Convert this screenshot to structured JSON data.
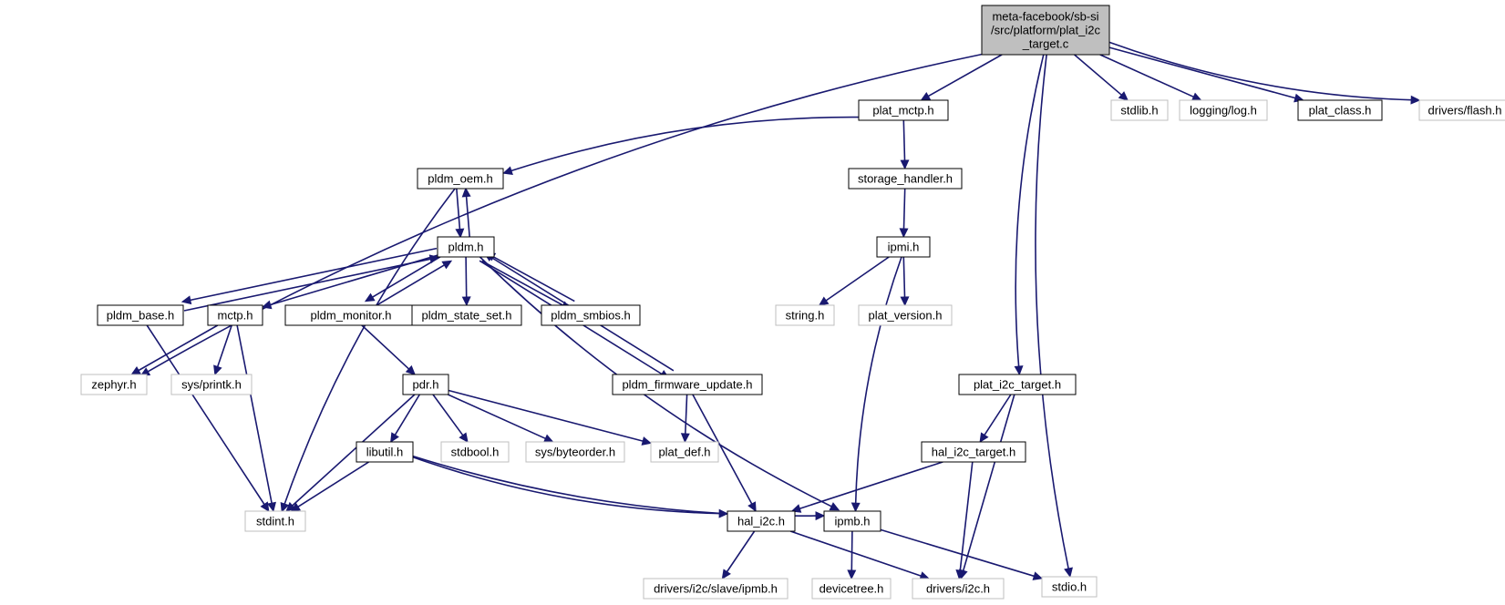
{
  "graph": {
    "nodes": [
      {
        "id": "root",
        "lines": [
          "meta-facebook/sb-si",
          "/src/platform/plat_i2c",
          "_target.c"
        ],
        "style": "root"
      },
      {
        "id": "zephyr",
        "lines": [
          "zephyr.h"
        ],
        "style": "external"
      },
      {
        "id": "plat_mctp",
        "lines": [
          "plat_mctp.h"
        ],
        "style": "local"
      },
      {
        "id": "plat_i2c_target",
        "lines": [
          "plat_i2c_target.h"
        ],
        "style": "local"
      },
      {
        "id": "stdio",
        "lines": [
          "stdio.h"
        ],
        "style": "external"
      },
      {
        "id": "stdlib",
        "lines": [
          "stdlib.h"
        ],
        "style": "external"
      },
      {
        "id": "logging",
        "lines": [
          "logging/log.h"
        ],
        "style": "external"
      },
      {
        "id": "plat_class",
        "lines": [
          "plat_class.h"
        ],
        "style": "local"
      },
      {
        "id": "flash",
        "lines": [
          "drivers/flash.h"
        ],
        "style": "external"
      },
      {
        "id": "pldm_oem",
        "lines": [
          "pldm_oem.h"
        ],
        "style": "local"
      },
      {
        "id": "storage_handler",
        "lines": [
          "storage_handler.h"
        ],
        "style": "local"
      },
      {
        "id": "pldm",
        "lines": [
          "pldm.h"
        ],
        "style": "local"
      },
      {
        "id": "ipmi",
        "lines": [
          "ipmi.h"
        ],
        "style": "local"
      },
      {
        "id": "pldm_base",
        "lines": [
          "pldm_base.h"
        ],
        "style": "local"
      },
      {
        "id": "mctp",
        "lines": [
          "mctp.h"
        ],
        "style": "local"
      },
      {
        "id": "pldm_monitor",
        "lines": [
          "pldm_monitor.h"
        ],
        "style": "local"
      },
      {
        "id": "pldm_state_set",
        "lines": [
          "pldm_state_set.h"
        ],
        "style": "local"
      },
      {
        "id": "pldm_smbios",
        "lines": [
          "pldm_smbios.h"
        ],
        "style": "local"
      },
      {
        "id": "string",
        "lines": [
          "string.h"
        ],
        "style": "external"
      },
      {
        "id": "plat_version",
        "lines": [
          "plat_version.h"
        ],
        "style": "external"
      },
      {
        "id": "sys_printk",
        "lines": [
          "sys/printk.h"
        ],
        "style": "external"
      },
      {
        "id": "pdr",
        "lines": [
          "pdr.h"
        ],
        "style": "local"
      },
      {
        "id": "pldm_firmware_update",
        "lines": [
          "pldm_firmware_update.h"
        ],
        "style": "local"
      },
      {
        "id": "hal_i2c_target",
        "lines": [
          "hal_i2c_target.h"
        ],
        "style": "local"
      },
      {
        "id": "libutil",
        "lines": [
          "libutil.h"
        ],
        "style": "local"
      },
      {
        "id": "stdbool",
        "lines": [
          "stdbool.h"
        ],
        "style": "external"
      },
      {
        "id": "sys_byteorder",
        "lines": [
          "sys/byteorder.h"
        ],
        "style": "external"
      },
      {
        "id": "plat_def",
        "lines": [
          "plat_def.h"
        ],
        "style": "external"
      },
      {
        "id": "stdint",
        "lines": [
          "stdint.h"
        ],
        "style": "external"
      },
      {
        "id": "hal_i2c",
        "lines": [
          "hal_i2c.h"
        ],
        "style": "local"
      },
      {
        "id": "ipmb",
        "lines": [
          "ipmb.h"
        ],
        "style": "local"
      },
      {
        "id": "drivers_i2c_slave_ipmb",
        "lines": [
          "drivers/i2c/slave/ipmb.h"
        ],
        "style": "external"
      },
      {
        "id": "devicetree",
        "lines": [
          "devicetree.h"
        ],
        "style": "external"
      },
      {
        "id": "drivers_i2c",
        "lines": [
          "drivers/i2c.h"
        ],
        "style": "external"
      }
    ],
    "edges": [
      {
        "from": "root",
        "to": "zephyr"
      },
      {
        "from": "root",
        "to": "plat_mctp"
      },
      {
        "from": "root",
        "to": "plat_i2c_target"
      },
      {
        "from": "root",
        "to": "stdio"
      },
      {
        "from": "root",
        "to": "stdlib"
      },
      {
        "from": "root",
        "to": "logging"
      },
      {
        "from": "root",
        "to": "plat_class"
      },
      {
        "from": "root",
        "to": "flash"
      },
      {
        "from": "plat_mctp",
        "to": "pldm_oem"
      },
      {
        "from": "plat_mctp",
        "to": "storage_handler"
      },
      {
        "from": "pldm_oem",
        "to": "pldm"
      },
      {
        "from": "pldm_oem",
        "to": "stdint"
      },
      {
        "from": "pldm",
        "to": "pldm_oem"
      },
      {
        "from": "pldm",
        "to": "pldm_base"
      },
      {
        "from": "pldm",
        "to": "mctp"
      },
      {
        "from": "pldm",
        "to": "pldm_monitor"
      },
      {
        "from": "pldm",
        "to": "pldm_state_set"
      },
      {
        "from": "pldm",
        "to": "pldm_smbios"
      },
      {
        "from": "pldm",
        "to": "pldm_firmware_update"
      },
      {
        "from": "pldm",
        "to": "ipmb"
      },
      {
        "from": "pldm_base",
        "to": "pldm"
      },
      {
        "from": "pldm_base",
        "to": "stdint"
      },
      {
        "from": "mctp",
        "to": "zephyr"
      },
      {
        "from": "mctp",
        "to": "sys_printk"
      },
      {
        "from": "mctp",
        "to": "stdint"
      },
      {
        "from": "pldm_monitor",
        "to": "pldm"
      },
      {
        "from": "pldm_monitor",
        "to": "pdr"
      },
      {
        "from": "pldm_smbios",
        "to": "pldm"
      },
      {
        "from": "pldm_firmware_update",
        "to": "pldm"
      },
      {
        "from": "pldm_firmware_update",
        "to": "plat_def"
      },
      {
        "from": "pldm_firmware_update",
        "to": "hal_i2c"
      },
      {
        "from": "storage_handler",
        "to": "ipmi"
      },
      {
        "from": "ipmi",
        "to": "string"
      },
      {
        "from": "ipmi",
        "to": "plat_version"
      },
      {
        "from": "ipmi",
        "to": "ipmb"
      },
      {
        "from": "pdr",
        "to": "stdint"
      },
      {
        "from": "pdr",
        "to": "libutil"
      },
      {
        "from": "pdr",
        "to": "stdbool"
      },
      {
        "from": "pdr",
        "to": "sys_byteorder"
      },
      {
        "from": "pdr",
        "to": "plat_def"
      },
      {
        "from": "libutil",
        "to": "stdint"
      },
      {
        "from": "libutil",
        "to": "hal_i2c"
      },
      {
        "from": "libutil",
        "to": "ipmb"
      },
      {
        "from": "plat_i2c_target",
        "to": "hal_i2c_target"
      },
      {
        "from": "plat_i2c_target",
        "to": "drivers_i2c"
      },
      {
        "from": "hal_i2c_target",
        "to": "hal_i2c"
      },
      {
        "from": "hal_i2c_target",
        "to": "drivers_i2c"
      },
      {
        "from": "hal_i2c",
        "to": "drivers_i2c_slave_ipmb"
      },
      {
        "from": "hal_i2c",
        "to": "drivers_i2c"
      },
      {
        "from": "ipmb",
        "to": "devicetree"
      },
      {
        "from": "ipmb",
        "to": "stdio"
      }
    ]
  },
  "colors": {
    "edge": "#191970",
    "local_border": "#000000",
    "external_border": "#bfbfbf",
    "root_fill": "#bfbfbf",
    "background": "#ffffff"
  }
}
